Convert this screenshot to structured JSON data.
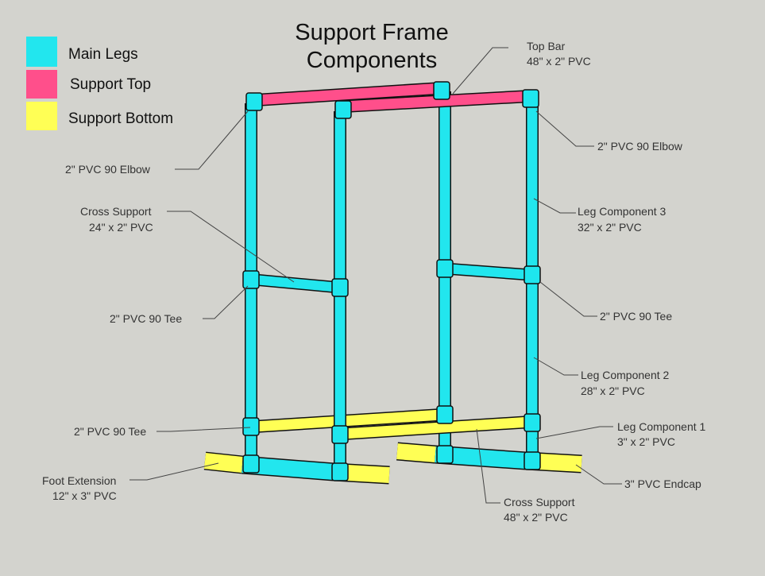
{
  "title": [
    "Support Frame",
    "Components"
  ],
  "legend": [
    {
      "label": "Main Legs",
      "color": "#22e6ee"
    },
    {
      "label": "Support Top",
      "color": "#ff4f8b"
    },
    {
      "label": "Support Bottom",
      "color": "#ffff55"
    }
  ],
  "labels": {
    "top_bar": [
      "Top Bar",
      "48\" x 2\" PVC"
    ],
    "elbow_left": [
      "2\" PVC 90 Elbow"
    ],
    "elbow_right": [
      "2\" PVC 90 Elbow"
    ],
    "cross_support_top": [
      "Cross Support",
      "24\" x 2\" PVC"
    ],
    "leg3": [
      "Leg Component 3",
      "32\" x 2\" PVC"
    ],
    "tee_left": [
      "2\" PVC 90 Tee"
    ],
    "tee_right": [
      "2\" PVC 90 Tee"
    ],
    "leg2": [
      "Leg Component 2",
      "28\" x 2\" PVC"
    ],
    "tee_bottom_left": [
      "2\" PVC 90 Tee"
    ],
    "leg1": [
      "Leg Component 1",
      "3\" x 2\" PVC"
    ],
    "foot_ext": [
      "Foot Extension",
      "12\" x 3\" PVC"
    ],
    "endcap": [
      "3\" PVC Endcap"
    ],
    "cross_support_bottom": [
      "Cross Support",
      "48\" x 2\" PVC"
    ]
  }
}
